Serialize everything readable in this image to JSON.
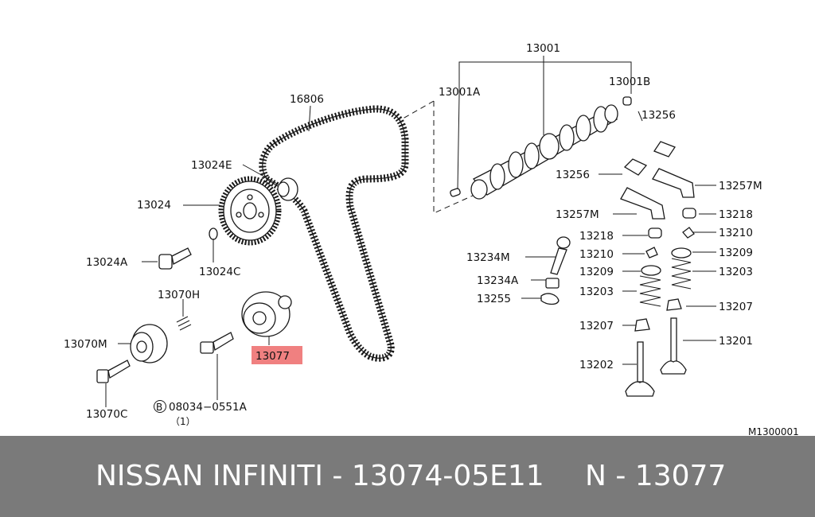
{
  "labels": {
    "p13001": "13001",
    "p13001A": "13001A",
    "p13001B": "13001B",
    "p16806": "16806",
    "p13256a": "13256",
    "p13256b": "13256",
    "p13024E": "13024E",
    "p13024": "13024",
    "p13257Ma": "13257M",
    "p13257Mb": "13257M",
    "p13218a": "13218",
    "p13218b": "13218",
    "p13210a": "13210",
    "p13210b": "13210",
    "p13024A": "13024A",
    "p13024C": "13024C",
    "p13234M": "13234M",
    "p13209a": "13209",
    "p13209b": "13209",
    "p13234A": "13234A",
    "p13203a": "13203",
    "p13203b": "13203",
    "p13070H": "13070H",
    "p13255": "13255",
    "p13207a": "13207",
    "p13207b": "13207",
    "p13070M": "13070M",
    "p13077": "13077",
    "p13201": "13201",
    "p13202": "13202",
    "p13070C": "13070C",
    "bolt_circle": "B",
    "bolt_part": "08034−0551A",
    "bolt_qty": "（1）",
    "diagram_code": "M1300001"
  },
  "highlight_color": "#f08080",
  "footer": {
    "left": "NISSAN INFINITI - 13074-05E11",
    "right": "N - 13077"
  }
}
